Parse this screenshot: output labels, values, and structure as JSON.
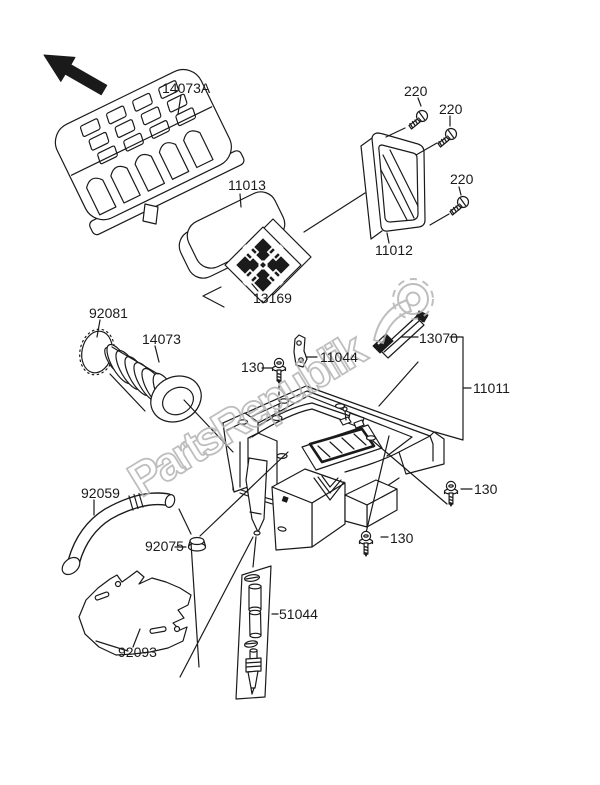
{
  "diagram": {
    "type": "exploded-parts-diagram",
    "watermark": {
      "text": "PartsRepublik"
    },
    "colors": {
      "ink": "#1a1a1a",
      "paper": "#ffffff",
      "watermark": "#b3b3b3"
    },
    "labels": [
      {
        "part": "14073A",
        "text": "14073A"
      },
      {
        "part": "11013",
        "text": "11013"
      },
      {
        "part": "220-a",
        "text": "220"
      },
      {
        "part": "220-b",
        "text": "220"
      },
      {
        "part": "220-c",
        "text": "220"
      },
      {
        "part": "11012",
        "text": "11012"
      },
      {
        "part": "13169",
        "text": "13169"
      },
      {
        "part": "92081",
        "text": "92081"
      },
      {
        "part": "14073",
        "text": "14073"
      },
      {
        "part": "130-a",
        "text": "130"
      },
      {
        "part": "11044",
        "text": "11044"
      },
      {
        "part": "13070",
        "text": "13070"
      },
      {
        "part": "11011",
        "text": "11011"
      },
      {
        "part": "130-b",
        "text": "130"
      },
      {
        "part": "130-c",
        "text": "130"
      },
      {
        "part": "92059",
        "text": "92059"
      },
      {
        "part": "92075",
        "text": "92075"
      },
      {
        "part": "92093",
        "text": "92093"
      },
      {
        "part": "51044",
        "text": "51044"
      }
    ]
  }
}
